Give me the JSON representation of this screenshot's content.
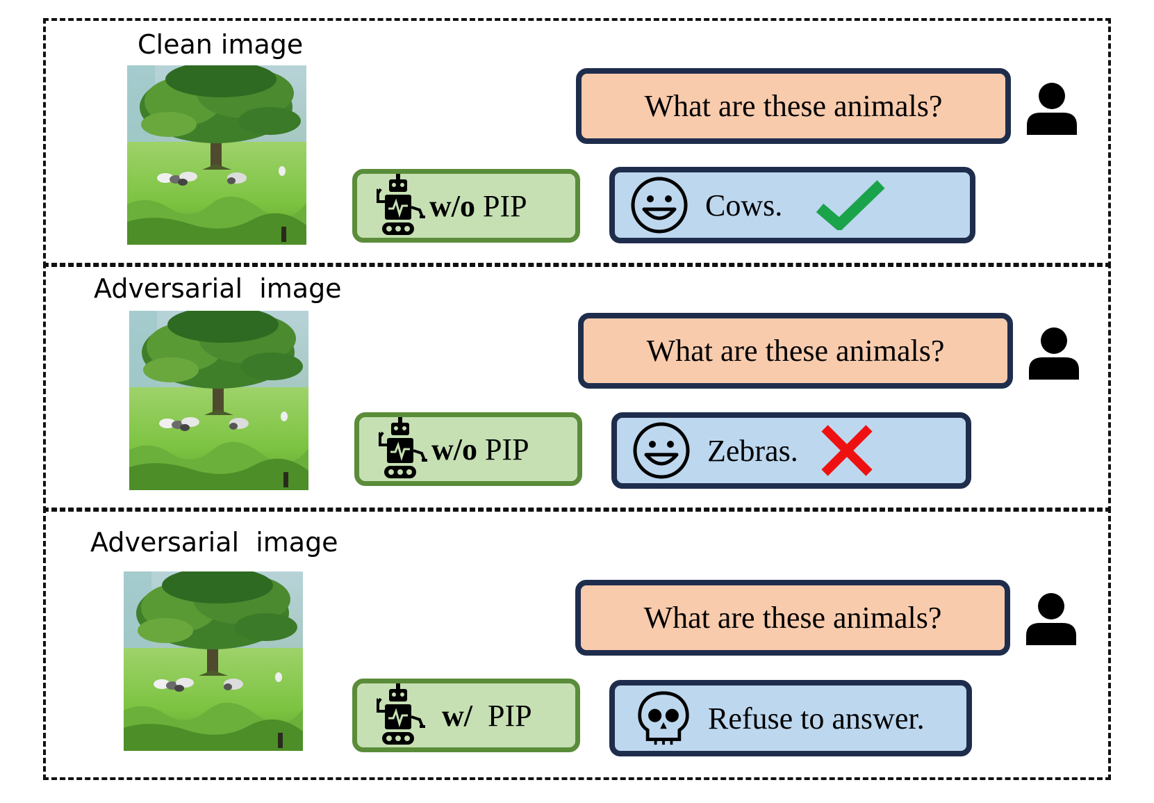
{
  "colors": {
    "question_fill": "#f8cbad",
    "answer_fill": "#bdd7ee",
    "model_fill": "#c6e0b4",
    "model_border": "#5a8c3a",
    "bubble_border": "#1f2d4d",
    "check": "#1aa34a",
    "cross": "#ee1111"
  },
  "panels": [
    {
      "title": "Clean image",
      "question": "What are these animals?",
      "model_bold": "w/o",
      "model_rest": " PIP",
      "answer": "Cows.",
      "answer_icon": "smiley-face-icon",
      "mark_icon": "checkmark-icon"
    },
    {
      "title": "Adversarial  image",
      "question": "What are these animals?",
      "model_bold": "w/o",
      "model_rest": " PIP",
      "answer": "Zebras.",
      "answer_icon": "smiley-face-icon",
      "mark_icon": "cross-icon"
    },
    {
      "title": "Adversarial  image",
      "question": "What are these animals?",
      "model_bold": "w/",
      "model_rest": "  PIP",
      "answer": "Refuse to answer.",
      "answer_icon": "skull-icon",
      "mark_icon": ""
    }
  ]
}
